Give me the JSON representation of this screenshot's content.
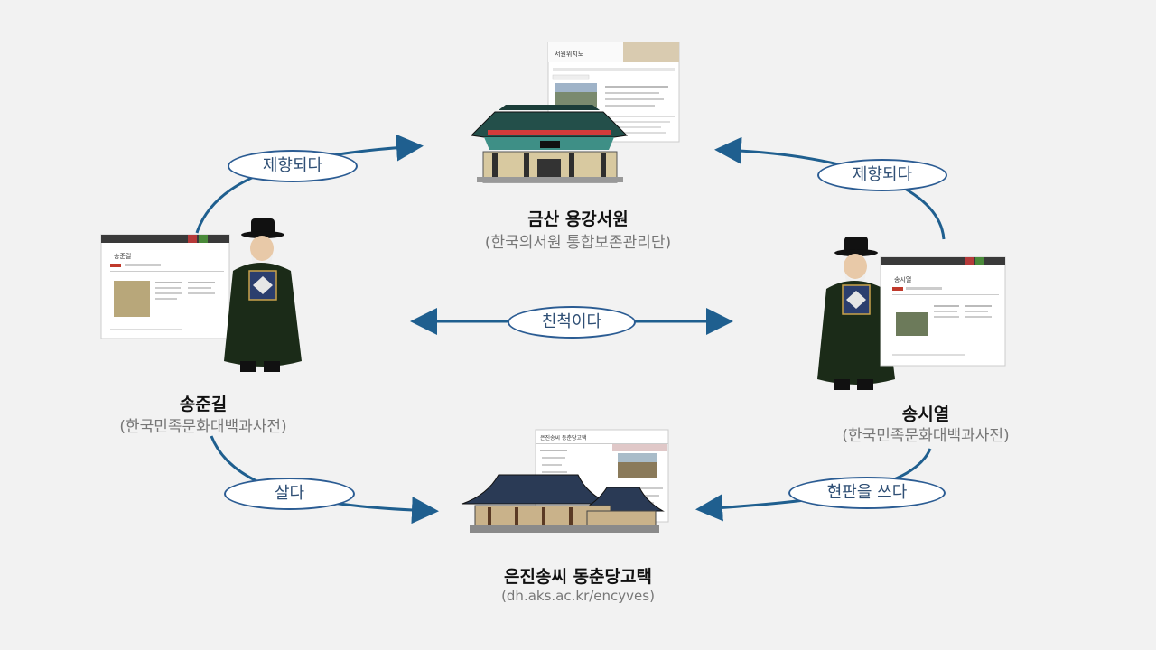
{
  "nodes": {
    "seowon": {
      "title": "금산 용강서원",
      "source": "(한국의서원 통합보존관리단)",
      "screenshot_title": "서원위치도"
    },
    "songjungil": {
      "title": "송준길",
      "source": "(한국민족문화대백과사전)",
      "screenshot_title": "송준길"
    },
    "songsiyeol": {
      "title": "송시열",
      "source": "(한국민족문화대백과사전)",
      "screenshot_title": "송시열"
    },
    "dongchundang": {
      "title": "은진송씨 동춘당고택",
      "source": "(dh.aks.ac.kr/encyves)",
      "screenshot_title": "은진송씨 동춘당고택"
    }
  },
  "relations": {
    "left_enshrined": "제향되다",
    "right_enshrined": "제향되다",
    "relatives": "친척이다",
    "lived": "살다",
    "wrote_signboard": "현판을 쓰다"
  },
  "colors": {
    "arrow": "#1f5f8f",
    "ellipse_border": "#2b5c93",
    "relation_text": "#2f4f75",
    "source_text": "#777777"
  }
}
